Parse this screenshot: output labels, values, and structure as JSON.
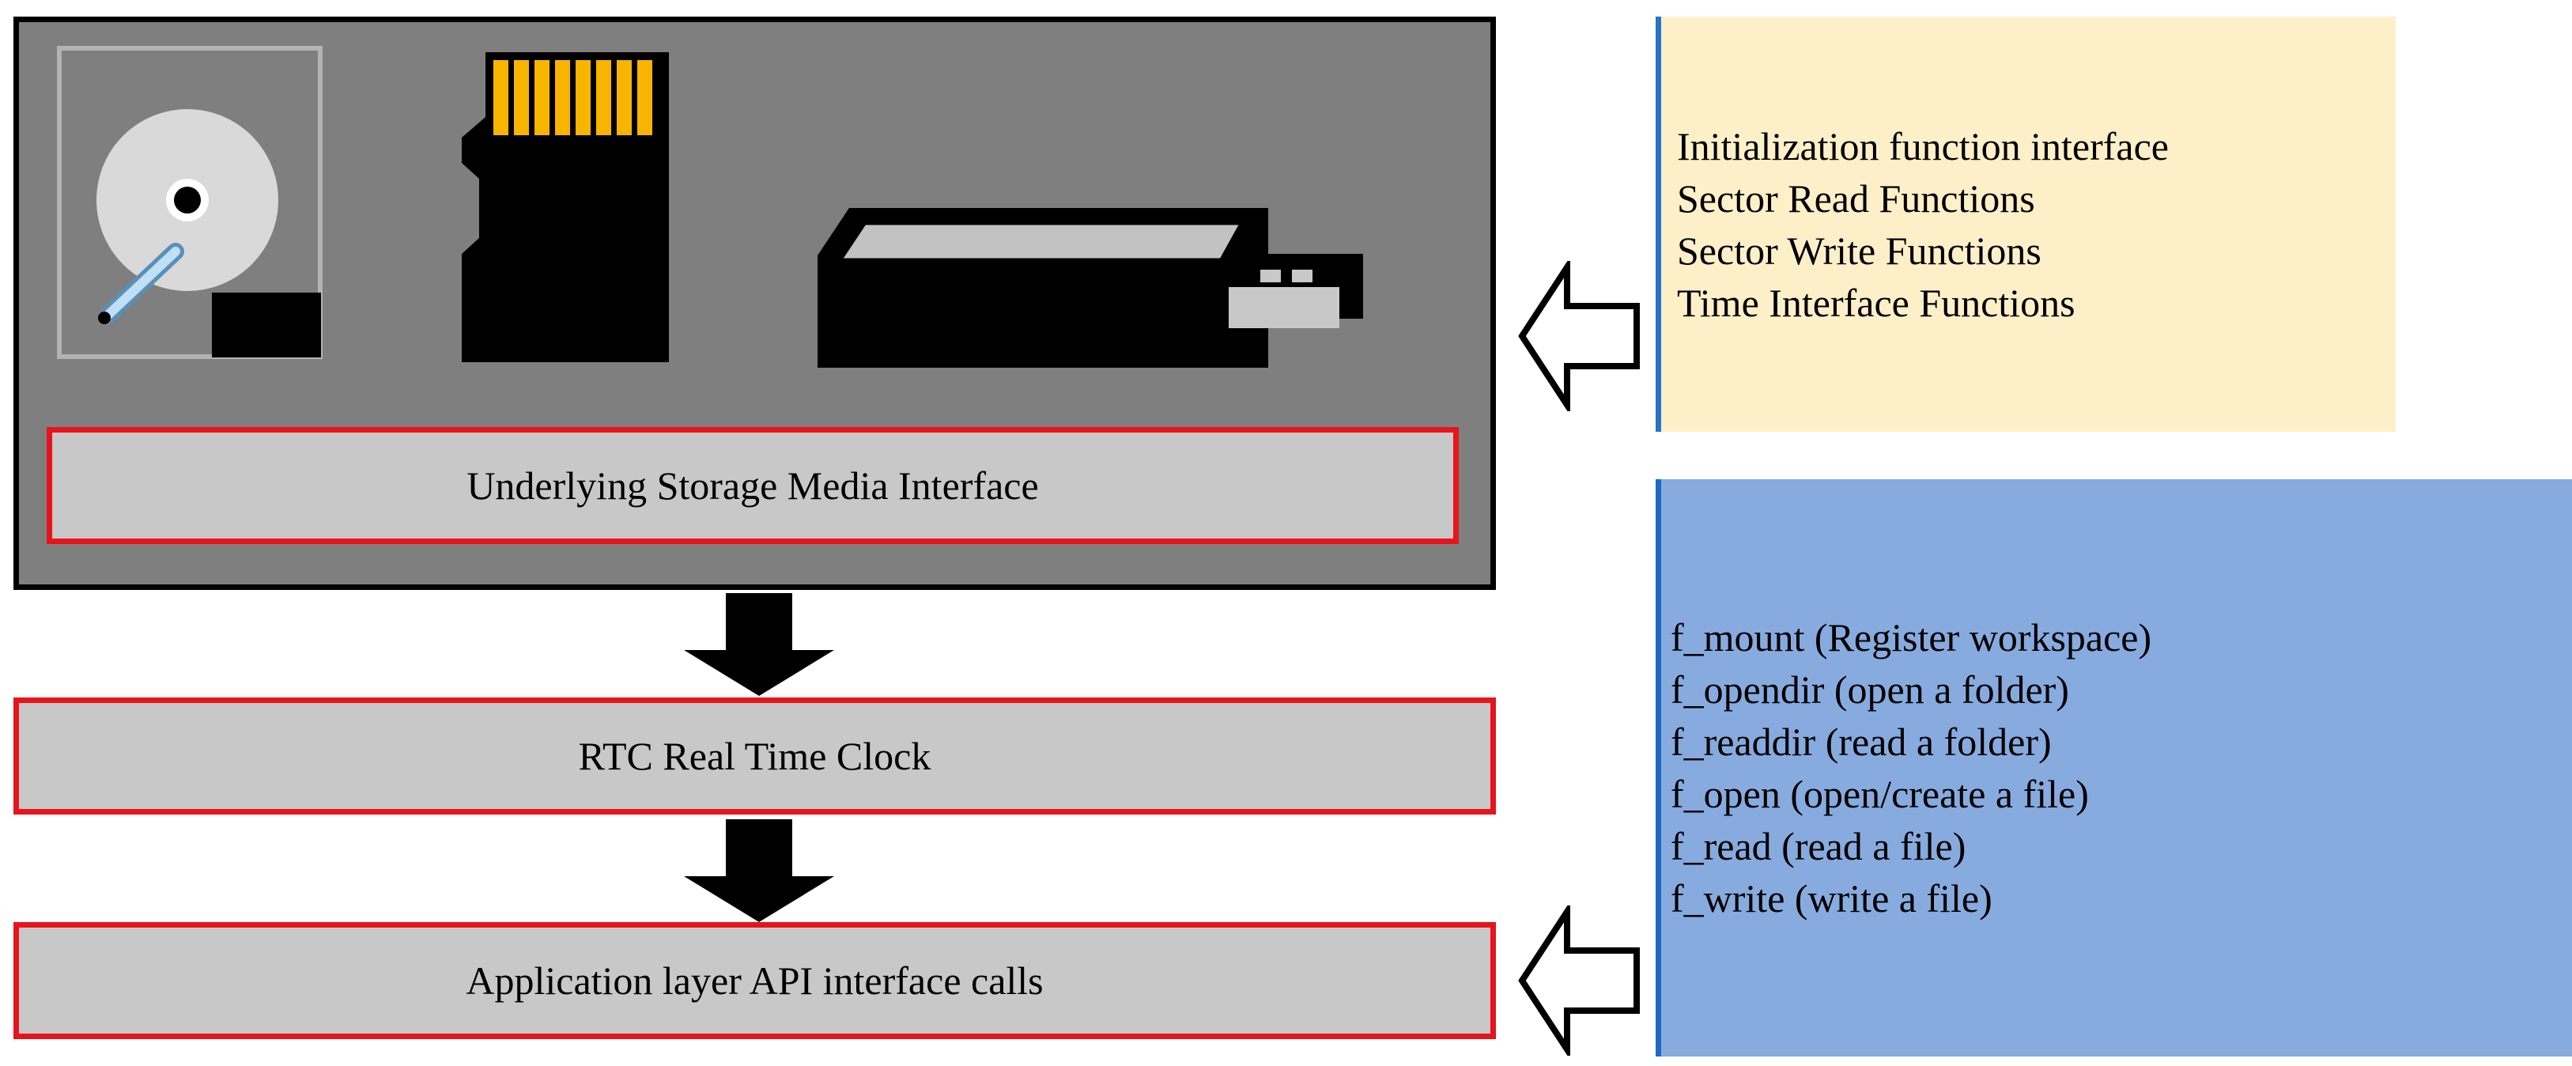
{
  "diagram": {
    "storage_box_label": "Underlying Storage Media Interface",
    "rtc_box_label": "RTC Real Time Clock",
    "api_box_label": "Application layer API interface calls",
    "driver_functions": [
      "Initialization function interface",
      "Sector Read Functions",
      "Sector Write Functions",
      "Time Interface Functions"
    ],
    "api_functions": [
      "f_mount (Register workspace)",
      "f_opendir (open a folder)",
      "f_readdir (read a folder)",
      "f_open (open/create a file)",
      "f_read (read a file)",
      "f_write (write a file)"
    ],
    "icons": [
      "hard-disk-icon",
      "micro-sd-card-icon",
      "usb-flash-drive-icon"
    ],
    "colors": {
      "panel_gray": "#7f7f7f",
      "box_fill": "#c8c8c8",
      "box_border": "#e8141c",
      "yellow_panel": "#fdf0c9",
      "blue_panel": "#87abde",
      "sd_contacts": "#f7b500"
    }
  }
}
